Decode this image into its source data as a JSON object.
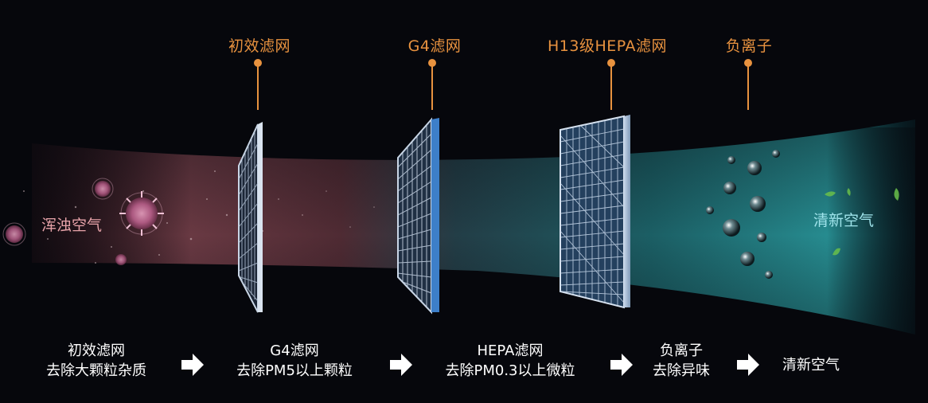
{
  "filter_labels": [
    {
      "id": "primary",
      "text": "初效滤网"
    },
    {
      "id": "g4",
      "text": "G4滤网"
    },
    {
      "id": "hepa",
      "text": "H13级HEPA滤网"
    },
    {
      "id": "anion",
      "text": "负离子"
    }
  ],
  "dirty_air_label": "浑浊空气",
  "clean_air_label": "清新空气",
  "steps": [
    {
      "title": "初效滤网",
      "desc": "去除大颗粒杂质"
    },
    {
      "title": "G4滤网",
      "desc": "去除PM5以上颗粒"
    },
    {
      "title": "HEPA滤网",
      "desc": "去除PM0.3以上微粒"
    },
    {
      "title": "负离子",
      "desc": "去除异味"
    },
    {
      "title": "清新空气",
      "desc": ""
    }
  ],
  "arrow_icon": "right-arrow-icon",
  "colors": {
    "background": "#06070c",
    "label_accent": "#e8923f",
    "dirty_air": "#c9707a",
    "clean_air": "#2a8a8f",
    "text": "#ffffff"
  }
}
